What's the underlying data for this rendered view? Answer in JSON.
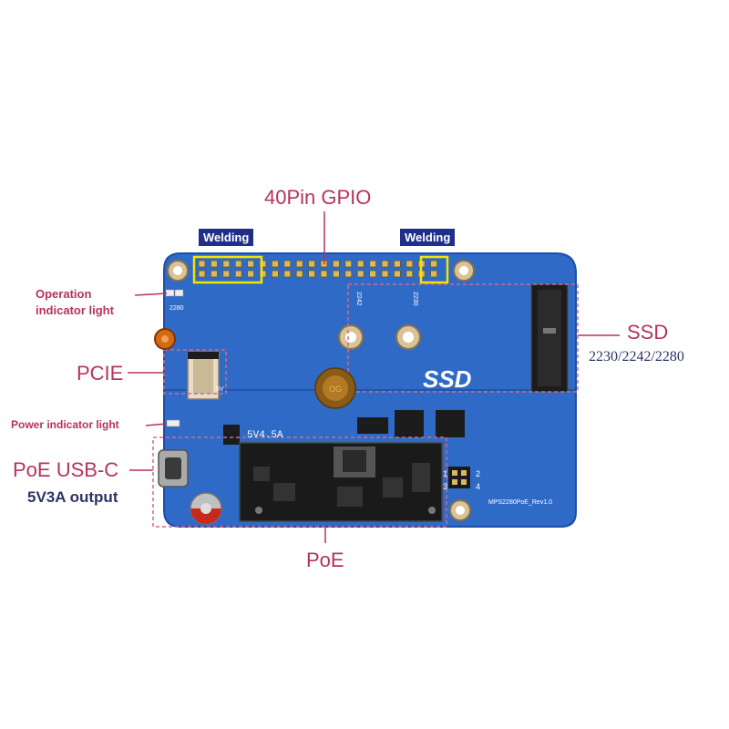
{
  "colors": {
    "board": "#2f6ac6",
    "board_dark": "#1d4ea8",
    "label": "#b5335f",
    "label_dark": "#2d3366",
    "tag_bg": "#1f2f8a",
    "highlight": "#f5e400",
    "dash": "#d06a8a",
    "module": "#1a1a1a"
  },
  "labels": {
    "gpio": "40Pin GPIO",
    "welding_left": "Welding",
    "welding_right": "Welding",
    "operation_indicator": "Operation\nindicator light",
    "pcie": "PCIE",
    "power_indicator": "Power indicator light",
    "poe_usbc": "PoE USB-C",
    "output": "5V3A output",
    "poe": "PoE",
    "ssd": "SSD",
    "ssd_sizes": "2230/2242/2280"
  },
  "board_print": {
    "ssd": "SSD",
    "voltage": "5V4.5A",
    "revision": "MPS2280PoE_Rev1.0",
    "mark_2242": "2242",
    "mark_2230": "2230",
    "mark_2280": "2280",
    "mark_5v": "5V",
    "pin_2": "2",
    "pin_4": "4",
    "pin_1": "1",
    "pin_3": "3"
  }
}
